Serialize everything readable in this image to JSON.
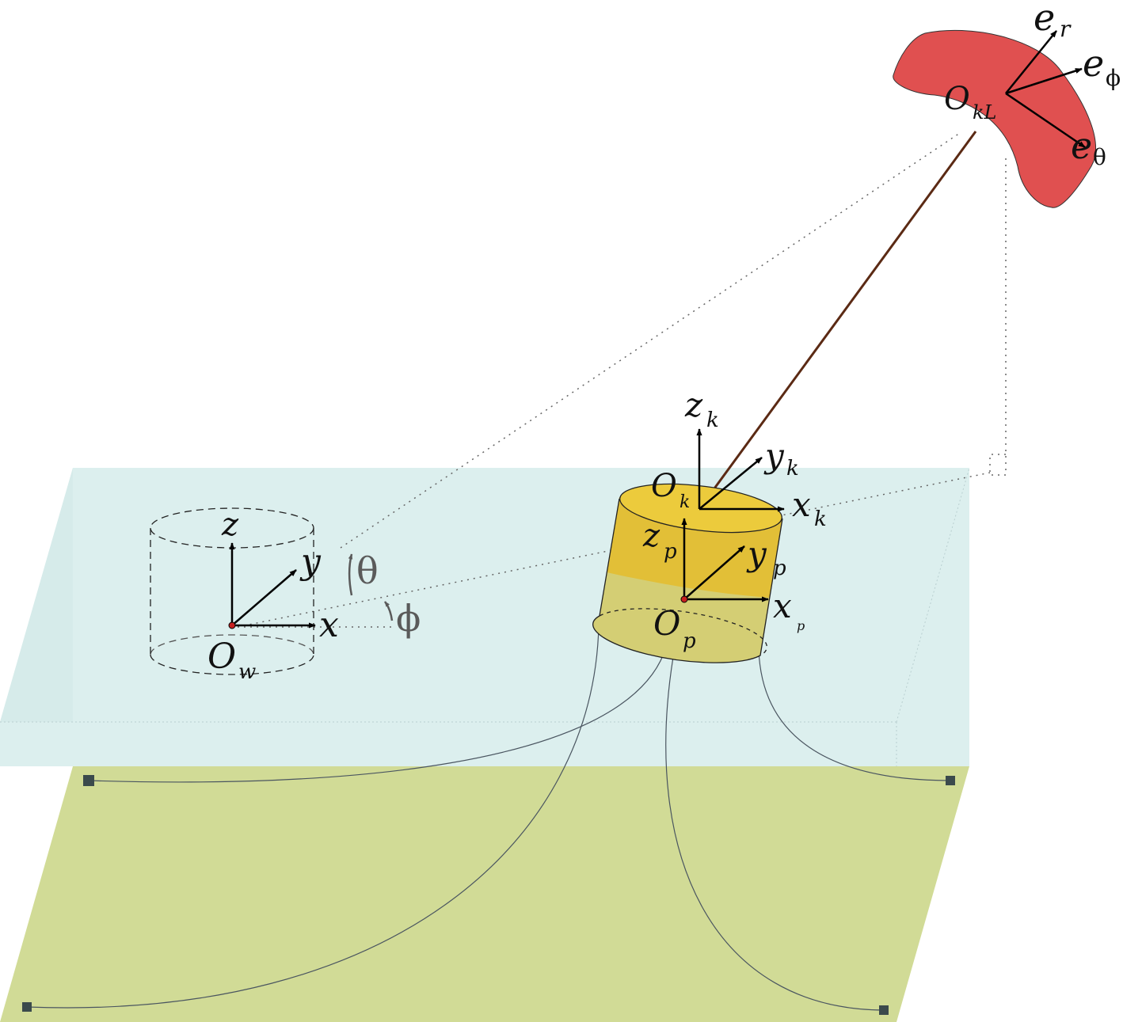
{
  "labels": {
    "z": "z",
    "y": "y",
    "x": "x",
    "O_w": "O",
    "O_w_sub": "w",
    "theta": "θ",
    "phi": "ϕ",
    "z_k": "z",
    "z_k_sub": "k",
    "y_k": "y",
    "y_k_sub": "k",
    "x_k": "x",
    "x_k_sub": "k",
    "O_k": "O",
    "O_k_sub": "k",
    "z_p": "z",
    "z_p_sub": "p",
    "y_p": "y",
    "y_p_sub": "p",
    "x_p": "x",
    "x_p_sub": "p",
    "O_p": "O",
    "O_p_sub": "p",
    "O_kL": "O",
    "O_kL_sub": "kL",
    "e_r": "e",
    "e_r_sub": "r",
    "e_phi": "e",
    "e_phi_sub": "ϕ",
    "e_theta": "e",
    "e_theta_sub": "θ"
  },
  "colors": {
    "water": "#dcefee",
    "seabed": "#d1db96",
    "kite": "#e05050",
    "platform_top": "#eccb3c",
    "platform_side_top": "#e2bf37",
    "platform_side_bottom": "#d4ce74",
    "tether": "#5b2a14",
    "mooring": "#4a5560",
    "anchor": "#3b4a4c"
  }
}
